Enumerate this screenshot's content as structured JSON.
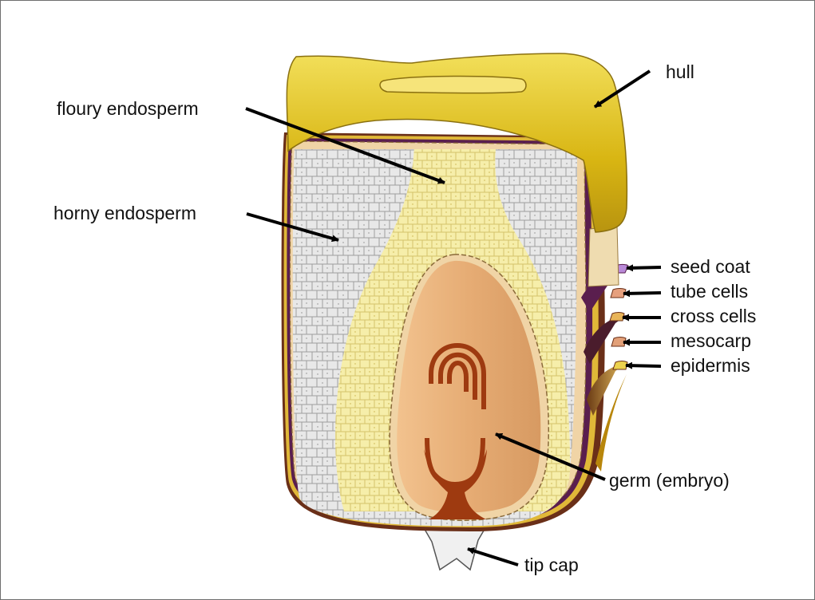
{
  "labels": {
    "hull": "hull",
    "floury_endosperm": "floury endosperm",
    "horny_endosperm": "horny endosperm",
    "seed_coat": "seed coat",
    "tube_cells": "tube cells",
    "cross_cells": "cross cells",
    "mesocarp": "mesocarp",
    "epidermis": "epidermis",
    "germ": "germ (embryo)",
    "tip_cap": "tip cap"
  },
  "colors": {
    "hull": "#d9b814",
    "hull_light": "#f2df5a",
    "horny_endosperm": "#e6e6e6",
    "floury_endosperm": "#f6eeaa",
    "germ": "#e6ac74",
    "germ_structures": "#9e3a10",
    "seed_coat": "#b98ad8",
    "tube_cells": "#e6a07e",
    "cross_cells": "#e8b458",
    "mesocarp": "#e2a078",
    "epidermis": "#ecd24e",
    "pericarp_dark": "#5a1e4e",
    "aleurone": "#f0d4a6",
    "tip_cap": "#f0f0f0",
    "arrow": "#000000"
  }
}
